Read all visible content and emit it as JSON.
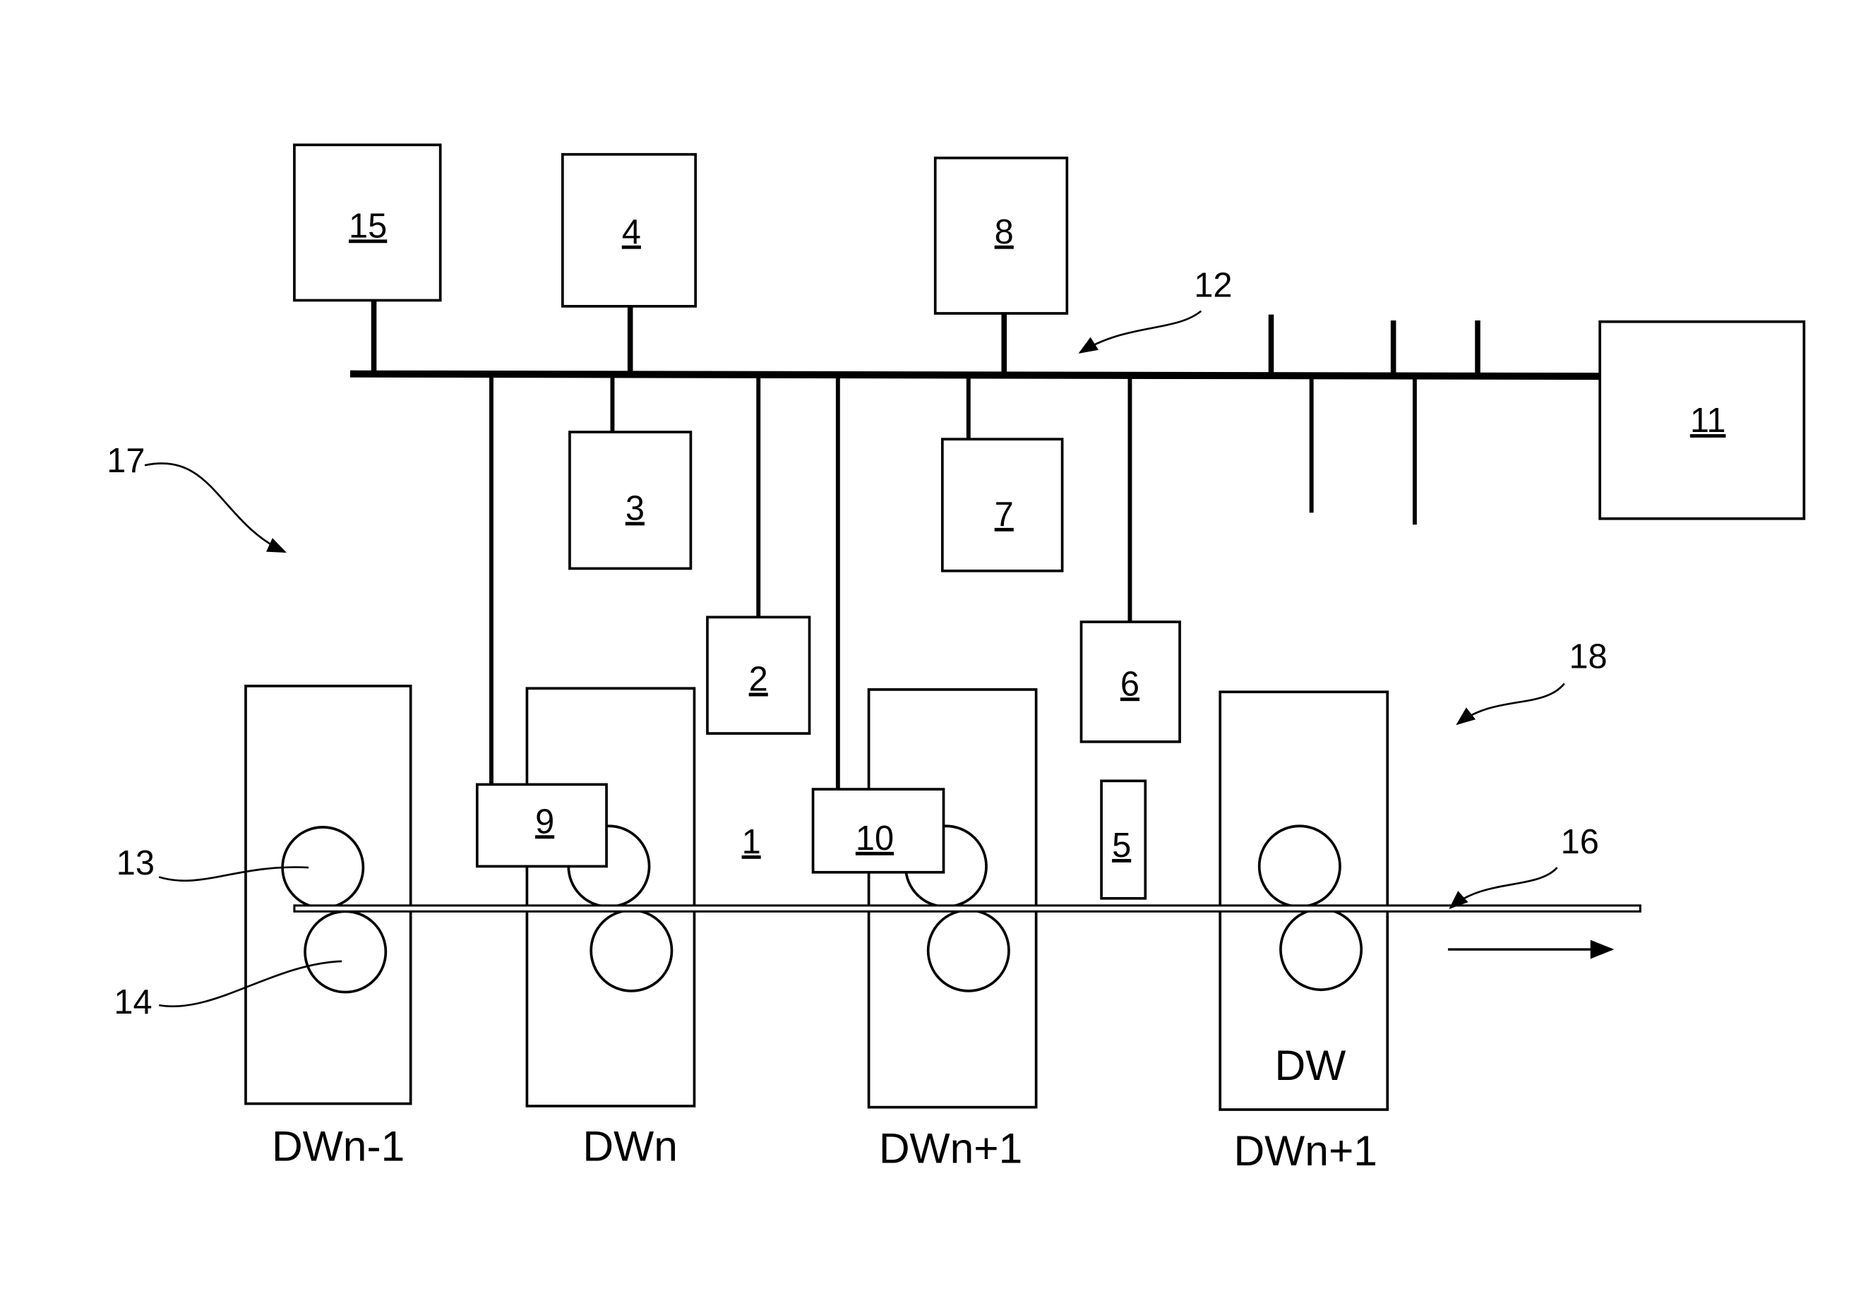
{
  "figure": {
    "type": "rolling-mill control system block diagram",
    "bus_label": "12",
    "system_label": "17",
    "mill_label": "18",
    "strip_label": "16",
    "work_roll_label": "13",
    "backup_roll_label": "14",
    "area_label": "1",
    "colors": {
      "line": "#000000",
      "background": "#ffffff"
    }
  },
  "blocks": {
    "b15": "15",
    "b4": "4",
    "b8": "8",
    "b3": "3",
    "b7": "7",
    "b2": "2",
    "b6": "6",
    "b11": "11",
    "b9": "9",
    "b10": "10",
    "b5": "5"
  },
  "stands": [
    {
      "name": "DWn-1",
      "inner": ""
    },
    {
      "name": "DWn",
      "inner": ""
    },
    {
      "name": "DWn+1",
      "inner": ""
    },
    {
      "name": "DWn+1",
      "inner": "DW"
    }
  ],
  "arrows": {
    "strip_direction": "right"
  }
}
